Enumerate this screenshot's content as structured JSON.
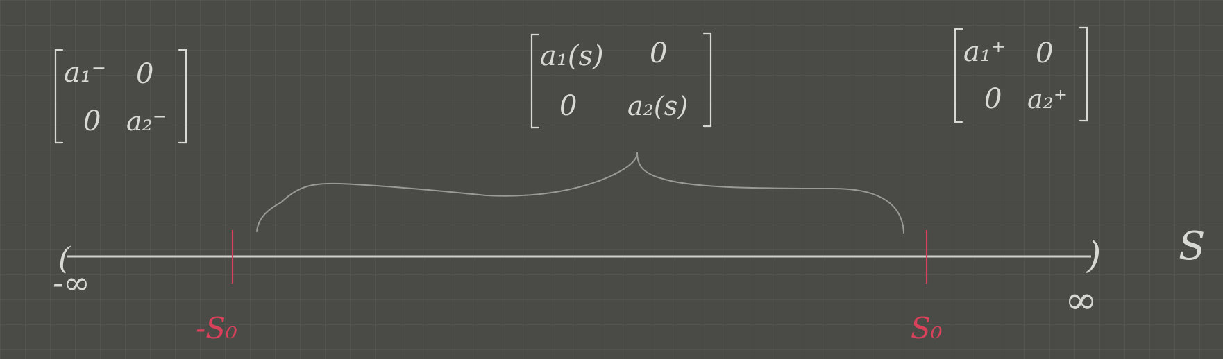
{
  "colors": {
    "background": "#4a4a46",
    "ink": "#d8d8d4",
    "accent_red": "#d9415a",
    "brace": "#9a9a96"
  },
  "axis": {
    "variable_label": "S",
    "left_end_label": "-∞",
    "right_end_label": "∞",
    "left_paren": "(",
    "right_paren": ")"
  },
  "markers": {
    "left_label": "-S₀",
    "right_label": "S₀"
  },
  "matrices": {
    "left": {
      "a11": "a₁⁻",
      "a12": "0",
      "a21": "0",
      "a22": "a₂⁻"
    },
    "middle": {
      "a11": "a₁(s)",
      "a12": "0",
      "a21": "0",
      "a22": "a₂(s)"
    },
    "right": {
      "a11": "a₁⁺",
      "a12": "0",
      "a21": "0",
      "a22": "a₂⁺"
    }
  }
}
